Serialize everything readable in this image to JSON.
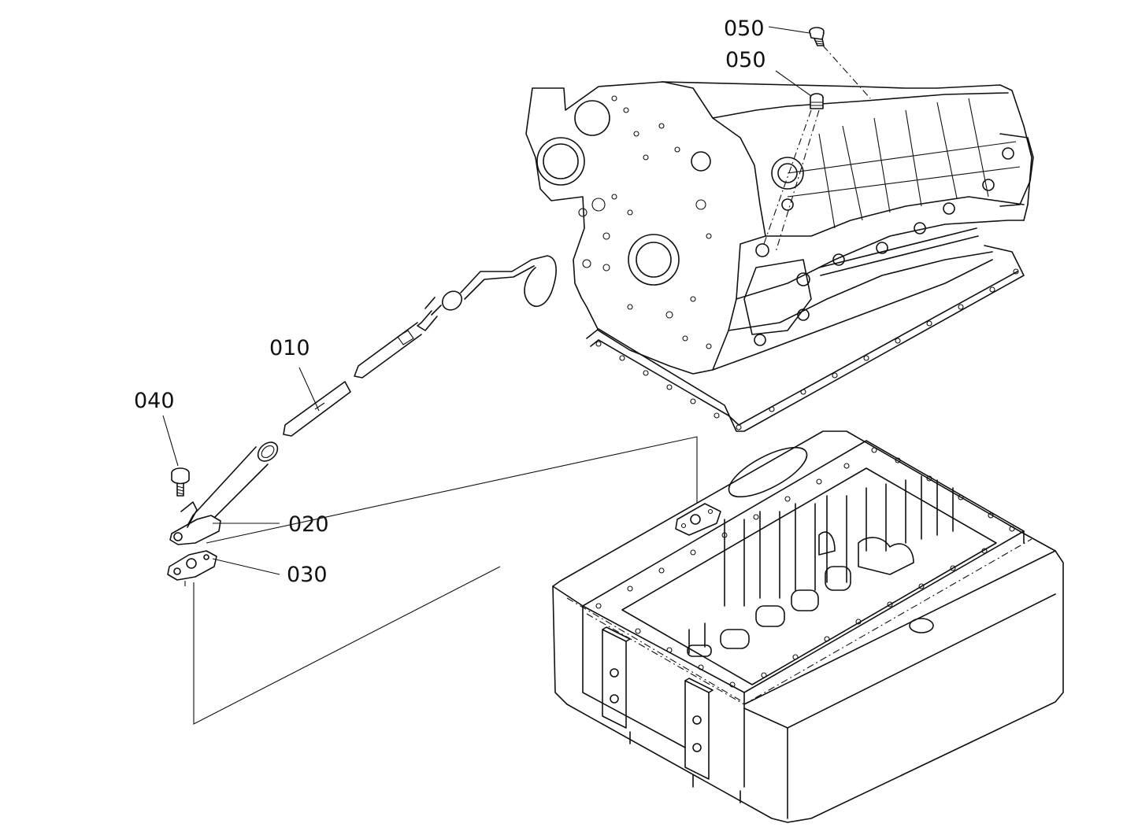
{
  "diagram": {
    "callouts": [
      {
        "id": "p050a",
        "label": "050"
      },
      {
        "id": "p050b",
        "label": "050"
      },
      {
        "id": "p010",
        "label": "010"
      },
      {
        "id": "p040",
        "label": "040"
      },
      {
        "id": "p020",
        "label": "020"
      },
      {
        "id": "p030",
        "label": "030"
      }
    ]
  },
  "colors": {
    "ink": "#111111",
    "background": "#ffffff"
  }
}
